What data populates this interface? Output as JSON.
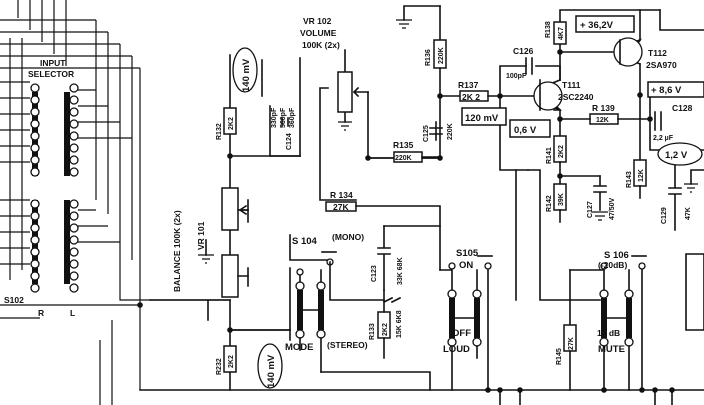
{
  "labels": {
    "input_selector_1": "INPUT",
    "input_selector_2": "SELECTOR",
    "s102": "S102",
    "s102_r": "R",
    "s102_l": "L",
    "balance": "BALANCE 100K (2x)",
    "vr101": "VR 101",
    "vr102_1": "VR 102",
    "vr102_2": "VOLUME",
    "vr102_3": "100K (2x)",
    "r132": "R132",
    "r132_val": "2K2",
    "r232": "R232",
    "r232_val": "2K2",
    "mv140_top": "140 mV",
    "mv140_bot": "140 mV",
    "c124": "C124",
    "cap_vals_1": "330pF",
    "cap_vals_2": "560pF",
    "cap_vals_3": "360pF",
    "r134": "R 134",
    "r134_val": "27K",
    "s104": "S 104",
    "mono": "(MONO)",
    "mode": "MODE",
    "stereo": "(STEREO)",
    "c123": "C123",
    "c123_vals": "33K  68K",
    "r133": "R133",
    "r133_val": "2K2",
    "r133_more": "15K 6K8",
    "s105": "S105",
    "on": "ON",
    "off": "OFF",
    "loud": "LOUD",
    "s106": "S 106",
    "s106_sub": "(-20dB)",
    "mute_db": "10 dB",
    "mute": "MUTE",
    "r145": "R145",
    "r145_val": "27K",
    "r136": "R136",
    "r136_val": "220K",
    "r137": "R137",
    "r137_val": "2K 2",
    "r138": "R138",
    "r138_val": "4K7",
    "c126": "C126",
    "c126_val": "100pF",
    "c125": "C125",
    "c125_val": "220K",
    "r135": "R135",
    "r135_val": "220K",
    "t111": "T111",
    "t111_part": "2SC2240",
    "t112": "T112",
    "t112_part": "2SA970",
    "v36": "+ 36,2V",
    "v86": "+ 8,6 V",
    "mv120": "120 mV",
    "v06": "0,6 V",
    "r139": "R 139",
    "r139_val": "12K",
    "c128": "C128",
    "c128_val": "2,2 µF",
    "v12": "1,2 V",
    "r141": "R141",
    "r141_val": "2K2",
    "r142": "R142",
    "r142_val": "39K",
    "c127": "C127",
    "c127_val": "47/50V",
    "r143": "R143",
    "r143_val": "12K",
    "c129": "C129",
    "c129_val": "47K"
  }
}
